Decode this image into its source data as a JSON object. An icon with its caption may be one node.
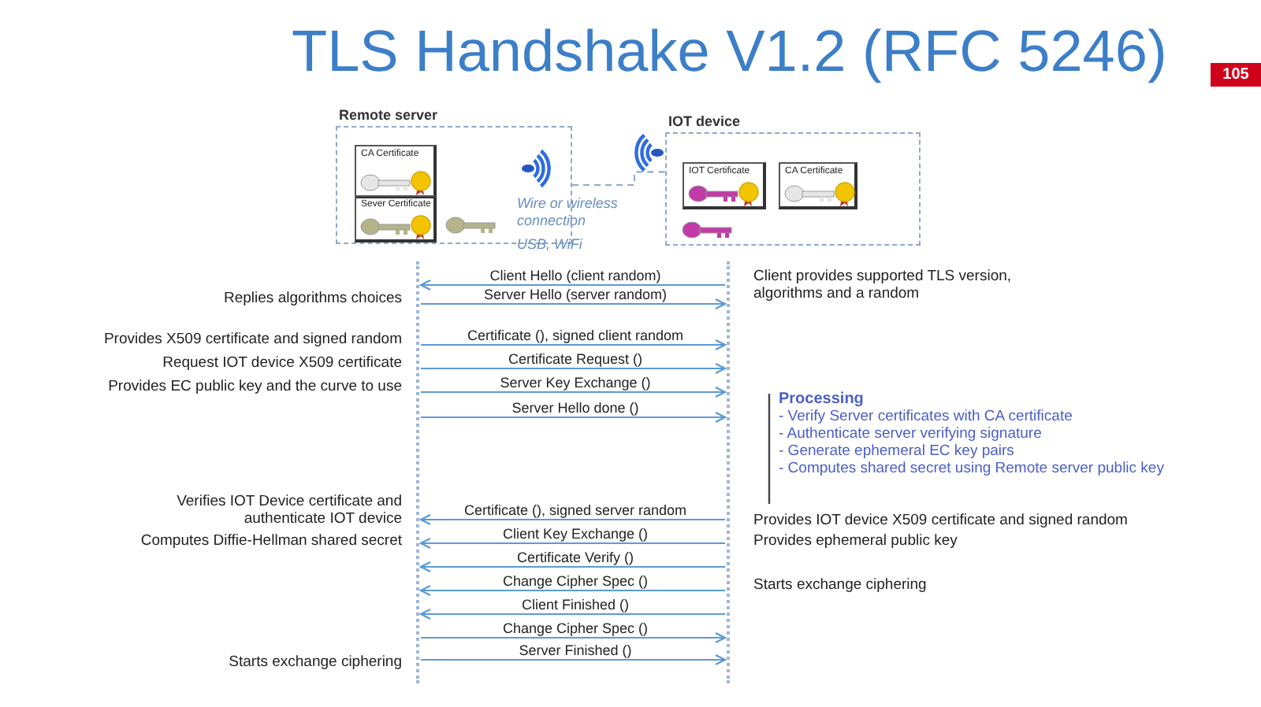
{
  "diagram": {
    "title": "TLS Handshake V1.2 (RFC 5246)",
    "nodes": [
      {
        "text": [
          "Remote server"
        ]
      },
      {
        "text": [
          "CA Certificate"
        ],
        "in": 0
      },
      {
        "text": [
          "Sever Certificate"
        ],
        "in": 0
      },
      {
        "text": [
          "IOT device"
        ]
      },
      {
        "text": [
          "IOT Certificate"
        ],
        "in": 3
      },
      {
        "text": [
          "CA Certificate"
        ],
        "in": 3
      },
      {
        "text": [],
        "shape": "bar"
      },
      {
        "text": [],
        "shape": "bar"
      }
    ],
    "edges": [
      {
        "from": 0,
        "to": 3,
        "arrow": "none",
        "style": "dashed",
        "color": "#8fa9cc"
      },
      {
        "from": 7,
        "to": 6,
        "arrow": "to",
        "label": "Client Hello (client random)"
      },
      {
        "from": 6,
        "to": 7,
        "arrow": "to",
        "label": "Server Hello (server random)"
      },
      {
        "from": 6,
        "to": 7,
        "arrow": "to",
        "label": "Certificate (), signed client random"
      },
      {
        "from": 6,
        "to": 7,
        "arrow": "to",
        "label": "Certificate Request ()"
      },
      {
        "from": 6,
        "to": 7,
        "arrow": "to",
        "label": "Server Key Exchange ()"
      },
      {
        "from": 6,
        "to": 7,
        "arrow": "to",
        "label": "Server Hello done ()"
      },
      {
        "from": 7,
        "to": 6,
        "arrow": "to",
        "label": "Certificate (), signed server random"
      },
      {
        "from": 7,
        "to": 6,
        "arrow": "to",
        "label": "Client Key Exchange ()"
      },
      {
        "from": 7,
        "to": 6,
        "arrow": "to",
        "label": "Certificate Verify ()"
      },
      {
        "from": 7,
        "to": 6,
        "arrow": "to",
        "label": "Change Cipher Spec ()"
      },
      {
        "from": 7,
        "to": 6,
        "arrow": "to",
        "label": "Client Finished ()"
      },
      {
        "from": 6,
        "to": 7,
        "arrow": "to",
        "label": "Change Cipher Spec ()"
      },
      {
        "from": 6,
        "to": 7,
        "arrow": "to",
        "label": "Server Finished ()"
      }
    ],
    "labels": [
      "105",
      "Wire or wireless connection",
      "USB, WiFi",
      "Client provides supported TLS version, algorithms and a random",
      "Replies algorithms choices",
      "Provides X509 certificate and signed random",
      "Request IOT device X509 certificate",
      "Provides EC public key and the curve to use",
      "Processing",
      "- Verify Server certificates with CA certificate",
      "- Authenticate server verifying signature",
      "- Generate ephemeral EC key pairs",
      "- Computes shared secret using Remote server public key",
      "Verifies IOT Device certificate and authenticate IOT device",
      "Provides IOT device X509 certificate and signed random",
      "Computes Diffie-Hellman shared secret",
      "Provides ephemeral public key",
      "Starts exchange ciphering",
      "Starts exchange ciphering"
    ]
  }
}
